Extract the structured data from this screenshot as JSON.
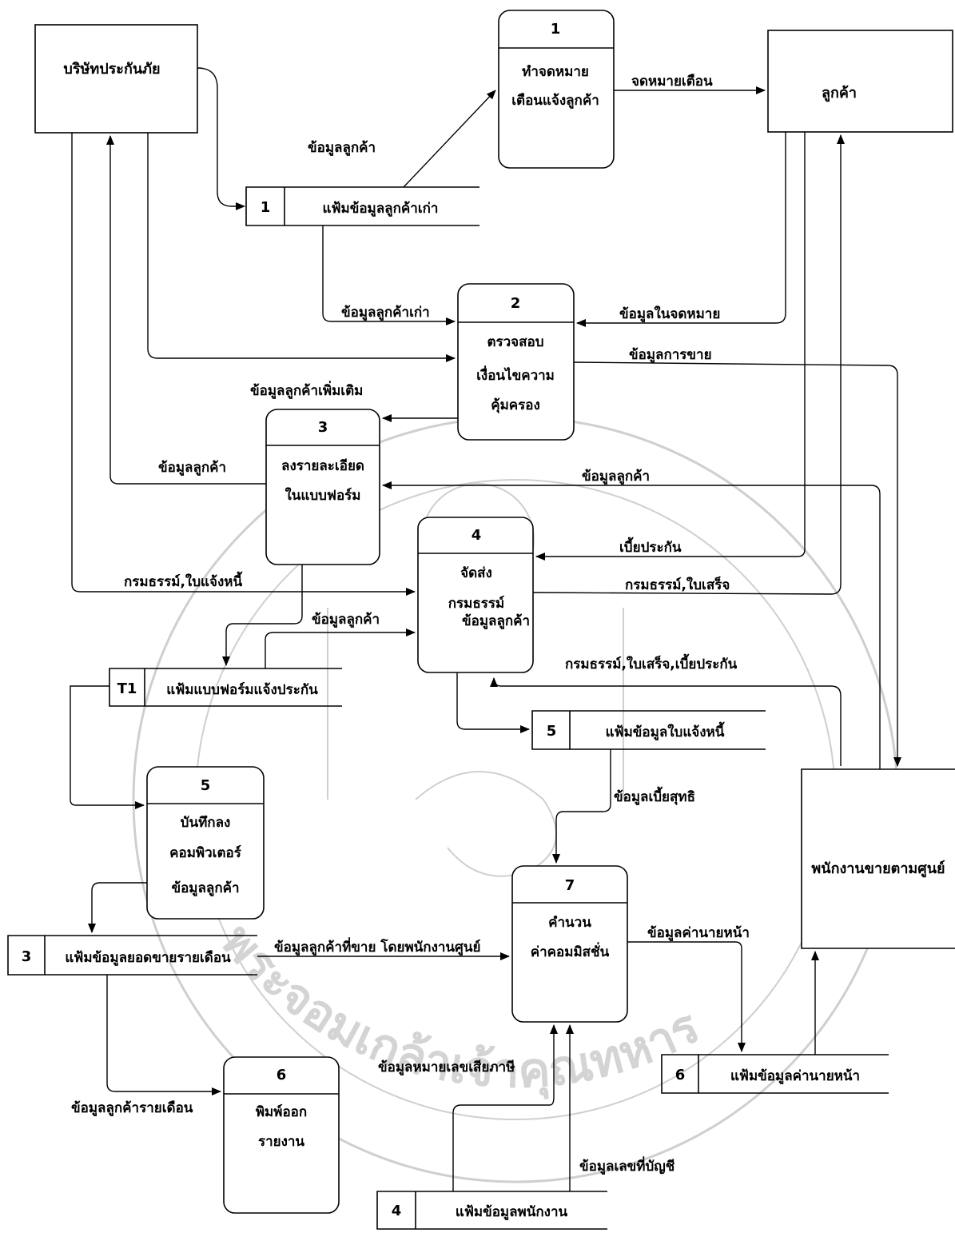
{
  "entities": {
    "insurance_company": "บริษัทประกันภัย",
    "customer": "ลูกค้า",
    "sales_staff": "พนักงานขายตามศูนย์"
  },
  "processes": [
    {
      "num": "1",
      "line1": "ทำจดหมาย",
      "line2": "เตือนแจ้งลูกค้า",
      "line3": ""
    },
    {
      "num": "2",
      "line1": "ตรวจสอบ",
      "line2": "เงื่อนไขความ",
      "line3": "คุ้มครอง"
    },
    {
      "num": "3",
      "line1": "ลงรายละเอียด",
      "line2": "ในแบบฟอร์ม",
      "line3": ""
    },
    {
      "num": "4",
      "line1": "จัดส่ง",
      "line2": "กรมธรรม์",
      "line3": ""
    },
    {
      "num": "5",
      "line1": "บันทึกลง",
      "line2": "คอมพิวเตอร์",
      "line3": "ข้อมูลลูกค้า"
    },
    {
      "num": "6",
      "line1": "พิมพ์ออก",
      "line2": "รายงาน",
      "line3": ""
    },
    {
      "num": "7",
      "line1": "คำนวน",
      "line2": "ค่าคอมมิสชั่น",
      "line3": ""
    }
  ],
  "stores": [
    {
      "id": "1",
      "name": "แฟ้มข้อมูลลูกค้าเก่า"
    },
    {
      "id": "T1",
      "name": "แฟ้มแบบฟอร์มแจ้งประกัน"
    },
    {
      "id": "5",
      "name": "แฟ้มข้อมูลใบแจ้งหนี้"
    },
    {
      "id": "3",
      "name": "แฟ้มข้อมูลยอดขายรายเดือน"
    },
    {
      "id": "6",
      "name": "แฟ้มข้อมูลค่านายหน้า"
    },
    {
      "id": "4",
      "name": "แฟ้มข้อมูลพนักงาน"
    }
  ],
  "flows": {
    "customer_info_top": "ข้อมูลลูกค้า",
    "reminder_letter": "จดหมายเตือน",
    "old_customer_info": "ข้อมูลลูกค้าเก่า",
    "letter_info": "ข้อมูลในจดหมาย",
    "sales_info": "ข้อมูลการขาย",
    "additional_customer_info": "ข้อมูลลูกค้าเพิ่มเติม",
    "customer_info_left": "ข้อมูลลูกค้า",
    "customer_info_right": "ข้อมูลลูกค้า",
    "premium": "เบี้ยประกัน",
    "policy_invoice": "กรมธรรม์,ใบแจ้งหนี้",
    "policy_receipt": "กรมธรรม์,ใบเสร็จ",
    "customer_info_t1": "ข้อมูลลูกค้า",
    "customer_info_p4": "ข้อมูลลูกค้า",
    "policy_receipt_premium": "กรมธรรม์,ใบเสร็จ,เบี้ยประกัน",
    "net_premium": "ข้อมูลเบี้ยสุทธิ",
    "sold_by_staff": "ข้อมูลลูกค้าที่ขาย โดยพนักงานศูนย์",
    "commission_info": "ข้อมูลค่านายหน้า",
    "tax_id_info": "ข้อมูลหมายเลขเสียภาษี",
    "monthly_customer_info": "ข้อมูลลูกค้ารายเดือน",
    "account_no_info": "ข้อมูลเลขที่บัญชี"
  },
  "watermark": {
    "text": "พระจอมเกล้าเจ้าคุณทหาร"
  }
}
